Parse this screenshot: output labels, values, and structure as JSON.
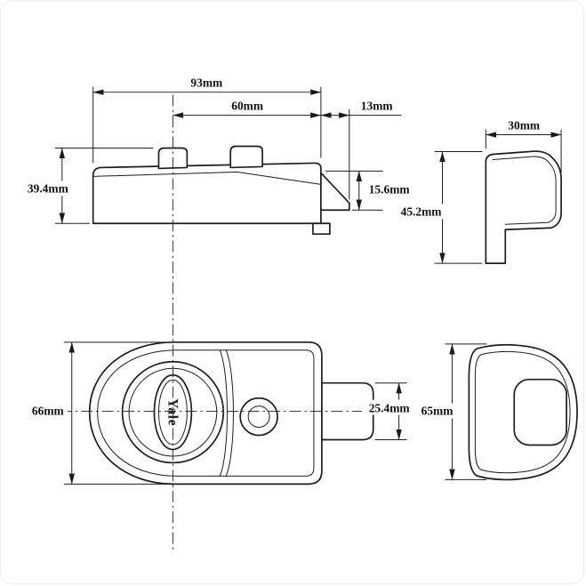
{
  "drawing": {
    "brand_logo": "Yale",
    "views": {
      "top_side": {
        "dim_overall_width": "93mm",
        "dim_cylinder_offset": "60mm",
        "dim_bolt_projection": "13mm",
        "dim_case_height": "39.4mm",
        "dim_bolt_height": "15.6mm"
      },
      "top_end": {
        "dim_depth": "30mm",
        "dim_height": "45.2mm"
      },
      "front": {
        "dim_height": "66mm",
        "dim_cylinder": "25.4mm"
      },
      "side_profile": {
        "dim_height": "65mm"
      }
    }
  }
}
